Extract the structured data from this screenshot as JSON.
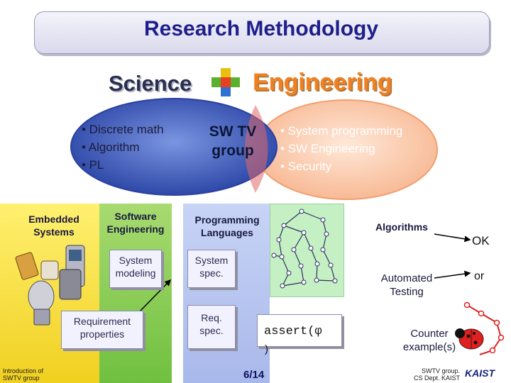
{
  "title": "Research Methodology",
  "science_label": "Science",
  "engineering_label": "Engineering",
  "science_topics": [
    "• Discrete math",
    "• Algorithm",
    "• PL"
  ],
  "engineering_topics": [
    "• System programming",
    "• SW Engineering",
    "• Security"
  ],
  "group_label": [
    "SW TV",
    "group"
  ],
  "columns": {
    "embedded": [
      "Embedded",
      "Systems"
    ],
    "software_engineering": [
      "Software",
      "Engineering"
    ],
    "programming_languages": [
      "Programming",
      "Languages"
    ],
    "algorithms": "Algorithms"
  },
  "boxes": {
    "system_modeling": [
      "System",
      "modeling"
    ],
    "requirement_properties": [
      "Requirement",
      "properties"
    ],
    "system_spec": [
      "System",
      "spec."
    ],
    "req_spec": [
      "Req.",
      "spec."
    ],
    "assert": "assert(φ",
    "assert_close": ")"
  },
  "automated_testing": [
    "Automated",
    "Testing"
  ],
  "counter_example": [
    "Counter",
    "example(s)"
  ],
  "ok_label": "OK",
  "or_label": "or",
  "footer": {
    "left": [
      "Introduction of",
      "SWTV group"
    ],
    "page": "6/14",
    "right": [
      "SWTV group.",
      "CS Dept. KAIST"
    ],
    "logo": "KAIST"
  },
  "colors": {
    "title": "#1e1e8c",
    "science_circle": "#3050b0",
    "engineering_circle": "#f0a070",
    "engineering_text": "#f08020",
    "embedded_panel": "#f5e040",
    "swe_panel": "#88cc55",
    "pl_panel": "#b8c6f0",
    "graph_panel": "#c4f0c4",
    "arrow": "#e02020"
  }
}
